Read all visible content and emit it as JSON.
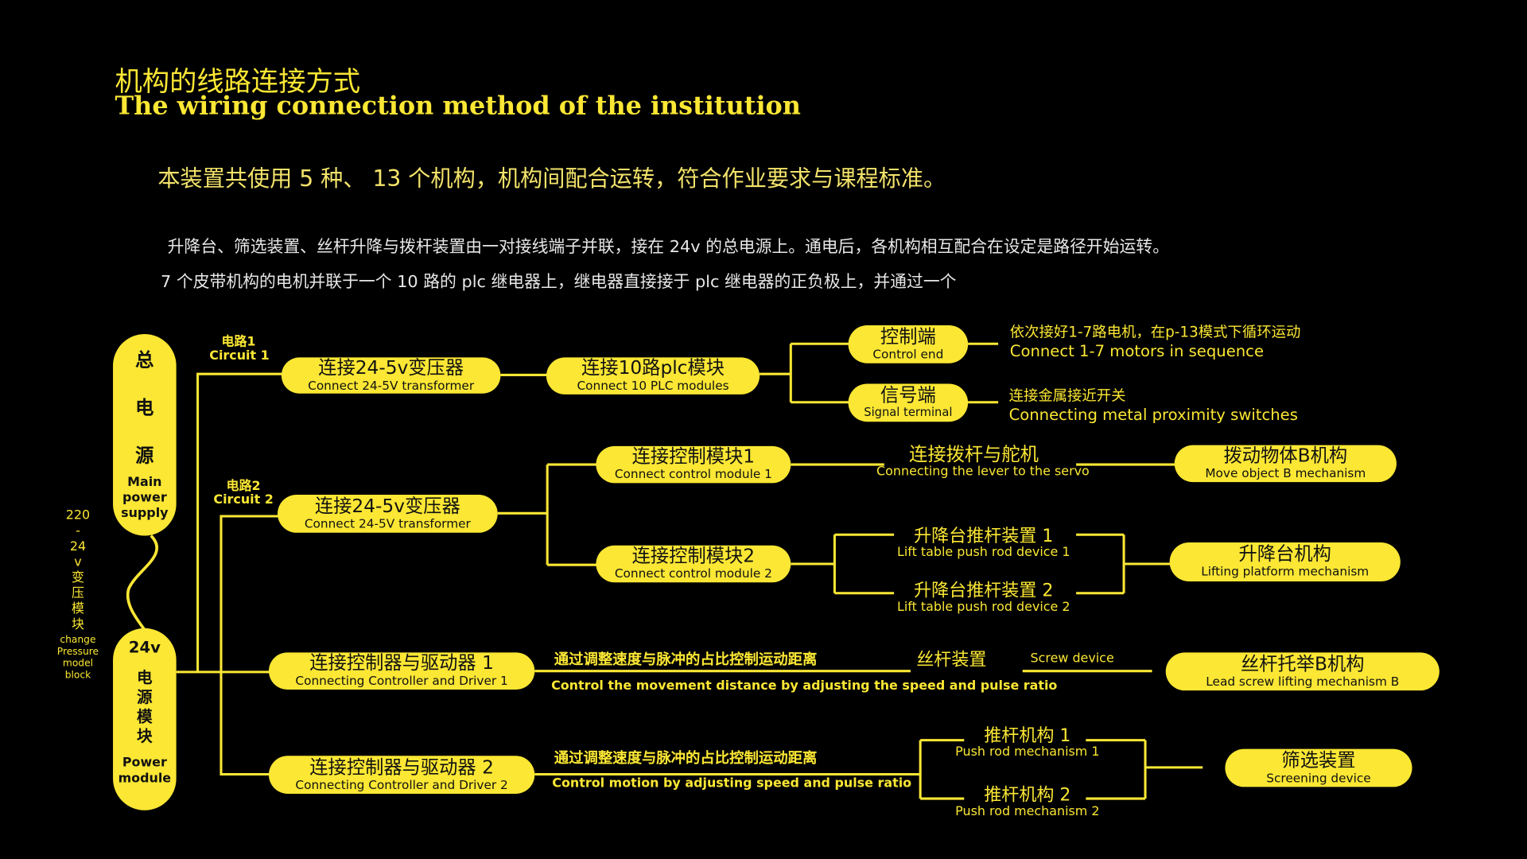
{
  "title": {
    "cn": "机构的线路连接方式",
    "en": "The wiring connection method of the institution"
  },
  "subtitle": "本装置共使用 5 种、 13 个机构，机构间配合运转，符合作业要求与课程标准。",
  "paragraph": [
    "升降台、筛选装置、丝杆升降与拨杆装置由一对接线端子并联，接在 24v 的总电源上。通电后，各机构相互配合在设定是路径开始运转。",
    "7 个皮带机构的电机并联于一个 10 路的 plc 继电器上，继电器直接接于 plc 继电器的正负极上，并通过一个"
  ],
  "main_power": {
    "chars": [
      "总",
      "电",
      "源"
    ],
    "en": "Main power supply"
  },
  "power_module": {
    "top": "24v",
    "chars": [
      "电",
      "源",
      "模",
      "块"
    ],
    "en": "Power module"
  },
  "transformer_label": {
    "lines": [
      "220",
      "-",
      "24",
      "v",
      "变",
      "压",
      "模",
      "块"
    ],
    "en": [
      "change",
      "Pressure",
      "model",
      "block"
    ]
  },
  "circuit1": {
    "cn": "电路1",
    "en": "Circuit 1"
  },
  "circuit2": {
    "cn": "电路2",
    "en": "Circuit 2"
  },
  "nodes": {
    "t1": {
      "cn": "连接24-5v变压器",
      "en": "Connect 24-5V transformer"
    },
    "plc": {
      "cn": "连接10路plc模块",
      "en": "Connect 10 PLC modules"
    },
    "control_end": {
      "cn": "控制端",
      "en": "Control end"
    },
    "signal_terminal": {
      "cn": "信号端",
      "en": "Signal terminal"
    },
    "t2": {
      "cn": "连接24-5v变压器",
      "en": "Connect 24-5V transformer"
    },
    "cm1": {
      "cn": "连接控制模块1",
      "en": "Connect control module 1"
    },
    "cm2": {
      "cn": "连接控制模块2",
      "en": "Connect control module 2"
    },
    "moveB": {
      "cn": "拨动物体B机构",
      "en": "Move object B mechanism"
    },
    "lift": {
      "cn": "升降台机构",
      "en": "Lifting platform mechanism"
    },
    "d1": {
      "cn": "连接控制器与驱动器 1",
      "en": "Connecting Controller and Driver 1"
    },
    "d2": {
      "cn": "连接控制器与驱动器 2",
      "en": "Connecting Controller and Driver 2"
    },
    "screwB": {
      "cn": "丝杆托举B机构",
      "en": "Lead screw lifting mechanism B"
    },
    "screen": {
      "cn": "筛选装置",
      "en": "Screening device"
    }
  },
  "labels": {
    "control_desc": {
      "cn": "依次接好1-7路电机，在p-13模式下循环运动",
      "en": "Connect 1-7 motors in sequence"
    },
    "signal_desc": {
      "cn": "连接金属接近开关",
      "en": "Connecting metal proximity switches"
    },
    "lever": {
      "cn": "连接拨杆与舵机",
      "en": "Connecting the lever to the servo"
    },
    "rod1": {
      "cn": "升降台推杆装置 1",
      "en": "Lift table push rod device 1"
    },
    "rod2": {
      "cn": "升降台推杆装置 2",
      "en": "Lift table push rod device 2"
    },
    "d1_desc": {
      "cn": "通过调整速度与脉冲的占比控制运动距离",
      "en": "Control the movement distance by adjusting the speed and pulse ratio"
    },
    "screw": {
      "cn": "丝杆装置",
      "en": "Screw device"
    },
    "d2_desc": {
      "cn": "通过调整速度与脉冲的占比控制运动距离",
      "en": "Control motion by adjusting speed and pulse ratio"
    },
    "push1": {
      "cn": "推杆机构 1",
      "en": "Push rod mechanism 1"
    },
    "push2": {
      "cn": "推杆机构 2",
      "en": "Push rod mechanism 2"
    }
  },
  "colors": {
    "accent": "#fbe734",
    "background": "#000000"
  }
}
